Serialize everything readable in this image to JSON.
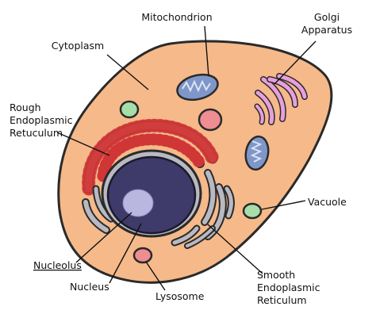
{
  "labels": {
    "mitochondrion": "Mitochondrion",
    "golgi_line1": "Golgi",
    "golgi_line2": "Apparatus",
    "cytoplasm": "Cytoplasm",
    "rough_er_line1": "Rough",
    "rough_er_line2": "Endoplasmic",
    "rough_er_line3": "Retuculum",
    "vacuole": "Vacuole",
    "nucleolus": "Nucleolus",
    "nucleus": "Nucleus",
    "lysosome": "Lysosome",
    "smooth_er_line1": "Smooth",
    "smooth_er_line2": "Endoplasmic",
    "smooth_er_line3": "Reticulum"
  },
  "colors": {
    "cytoplasm": "#f5b98a",
    "outline": "#2a2a2a",
    "nucleus": "#3e3a6a",
    "nucleolus": "#b9b6df",
    "er": "#b9b9c2",
    "ribosome": "#d23a3a",
    "mitochondria": "#7f96c8",
    "golgi": "#e7a0dc",
    "vacuole": "#a7dea8",
    "lysosome": "#ee8d92"
  }
}
